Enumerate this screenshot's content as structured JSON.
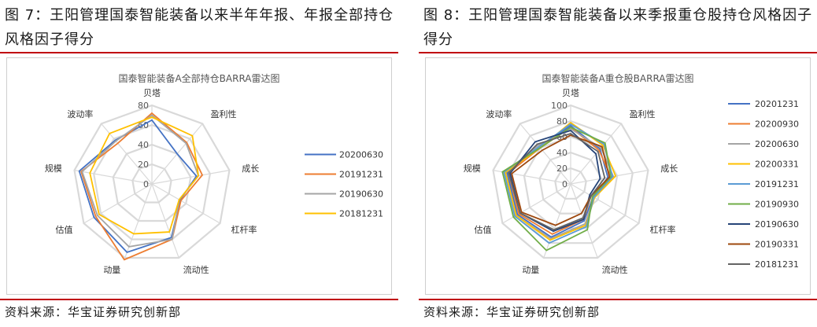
{
  "left": {
    "figure_title": "图 7：王阳管理国泰智能装备以来半年年报、年报全部持仓风格因子得分",
    "source": "资料来源：华宝证券研究创新部"
  },
  "right": {
    "figure_title": "图 8：王阳管理国泰智能装备以来季报重仓股持仓风格因子得分",
    "source": "资料来源：华宝证券研究创新部"
  },
  "colors": {
    "rule": "#c0000b",
    "grid": "#d9d9d9"
  },
  "chart_data": [
    {
      "type": "radar",
      "title": "国泰智能装备A全部持仓BARRA雷达图",
      "axes": [
        "贝塔",
        "盈利性",
        "成长",
        "杠杆率",
        "流动性",
        "动量",
        "估值",
        "规模",
        "波动率"
      ],
      "rlim": [
        0,
        80
      ],
      "ticks": [
        0,
        20,
        40,
        60,
        80
      ],
      "legend": "right",
      "grid": true,
      "series": [
        {
          "name": "20200630",
          "color": "#4472c4",
          "values": [
            65,
            40,
            46,
            33,
            58,
            74,
            68,
            75,
            58
          ]
        },
        {
          "name": "20191231",
          "color": "#ed7d31",
          "values": [
            72,
            55,
            52,
            34,
            60,
            82,
            66,
            73,
            54
          ]
        },
        {
          "name": "20190630",
          "color": "#a5a5a5",
          "values": [
            70,
            54,
            48,
            32,
            60,
            68,
            64,
            72,
            57
          ]
        },
        {
          "name": "20181231",
          "color": "#ffc000",
          "values": [
            68,
            64,
            48,
            32,
            52,
            54,
            62,
            64,
            67
          ]
        }
      ]
    },
    {
      "type": "radar",
      "title": "国泰智能装备A重仓股BARRA雷达图",
      "axes": [
        "贝塔",
        "盈利性",
        "成长",
        "杠杆率",
        "流动性",
        "动量",
        "估值",
        "规模",
        "波动率"
      ],
      "rlim": [
        0,
        100
      ],
      "ticks": [
        0,
        20,
        40,
        60,
        80,
        100
      ],
      "legend": "right",
      "grid": true,
      "series": [
        {
          "name": "20201231",
          "color": "#4472c4",
          "values": [
            74,
            58,
            48,
            33,
            50,
            72,
            78,
            82,
            62
          ]
        },
        {
          "name": "20200930",
          "color": "#ed7d31",
          "values": [
            72,
            56,
            52,
            30,
            48,
            68,
            76,
            80,
            60
          ]
        },
        {
          "name": "20200630",
          "color": "#a5a5a5",
          "values": [
            70,
            60,
            55,
            34,
            54,
            74,
            80,
            84,
            64
          ]
        },
        {
          "name": "20200331",
          "color": "#ffc000",
          "values": [
            78,
            64,
            58,
            35,
            56,
            76,
            80,
            84,
            60
          ]
        },
        {
          "name": "20191231",
          "color": "#5b9bd5",
          "values": [
            76,
            66,
            54,
            34,
            58,
            80,
            82,
            86,
            62
          ]
        },
        {
          "name": "20190930",
          "color": "#70ad47",
          "values": [
            72,
            68,
            52,
            32,
            62,
            90,
            84,
            88,
            60
          ]
        },
        {
          "name": "20190630",
          "color": "#264478",
          "values": [
            68,
            50,
            38,
            28,
            48,
            64,
            74,
            78,
            70
          ]
        },
        {
          "name": "20190331",
          "color": "#9e480e",
          "values": [
            62,
            62,
            50,
            30,
            40,
            56,
            72,
            76,
            56
          ]
        },
        {
          "name": "20181231",
          "color": "#636363",
          "values": [
            64,
            54,
            44,
            30,
            46,
            62,
            74,
            80,
            66
          ]
        }
      ]
    }
  ]
}
